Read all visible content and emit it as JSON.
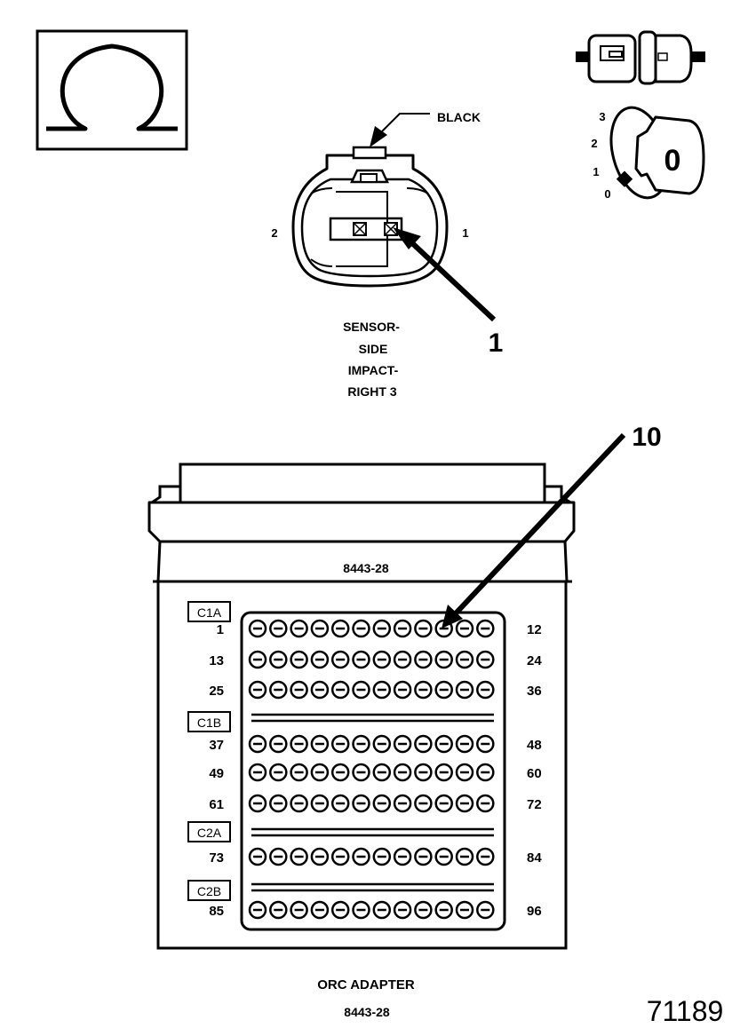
{
  "meter": {
    "symbol": "Ω"
  },
  "sensor_connector": {
    "wire_color_label": "BLACK",
    "pin_labels": [
      "2",
      "1"
    ],
    "callout_number": "1",
    "caption_lines": [
      "SENSOR-",
      "SIDE",
      "IMPACT-",
      "RIGHT 3"
    ]
  },
  "ignition": {
    "positions": [
      "3",
      "2",
      "1",
      "0"
    ],
    "key_symbol": "0"
  },
  "adapter": {
    "part_number_top": "8443-28",
    "callout_number": "10",
    "sections": [
      {
        "name": "C1A",
        "rows": [
          {
            "left": "1",
            "right": "12"
          },
          {
            "left": "13",
            "right": "24"
          },
          {
            "left": "25",
            "right": "36"
          }
        ]
      },
      {
        "name": "C1B",
        "rows": [
          {
            "left": "37",
            "right": "48"
          },
          {
            "left": "49",
            "right": "60"
          },
          {
            "left": "61",
            "right": "72"
          }
        ]
      },
      {
        "name": "C2A",
        "rows": [
          {
            "left": "73",
            "right": "84"
          }
        ]
      },
      {
        "name": "C2B",
        "rows": [
          {
            "left": "85",
            "right": "96"
          }
        ]
      }
    ],
    "pins_per_row": 12,
    "caption_name": "ORC ADAPTER",
    "caption_part": "8443-28"
  },
  "figure_number": "71189"
}
